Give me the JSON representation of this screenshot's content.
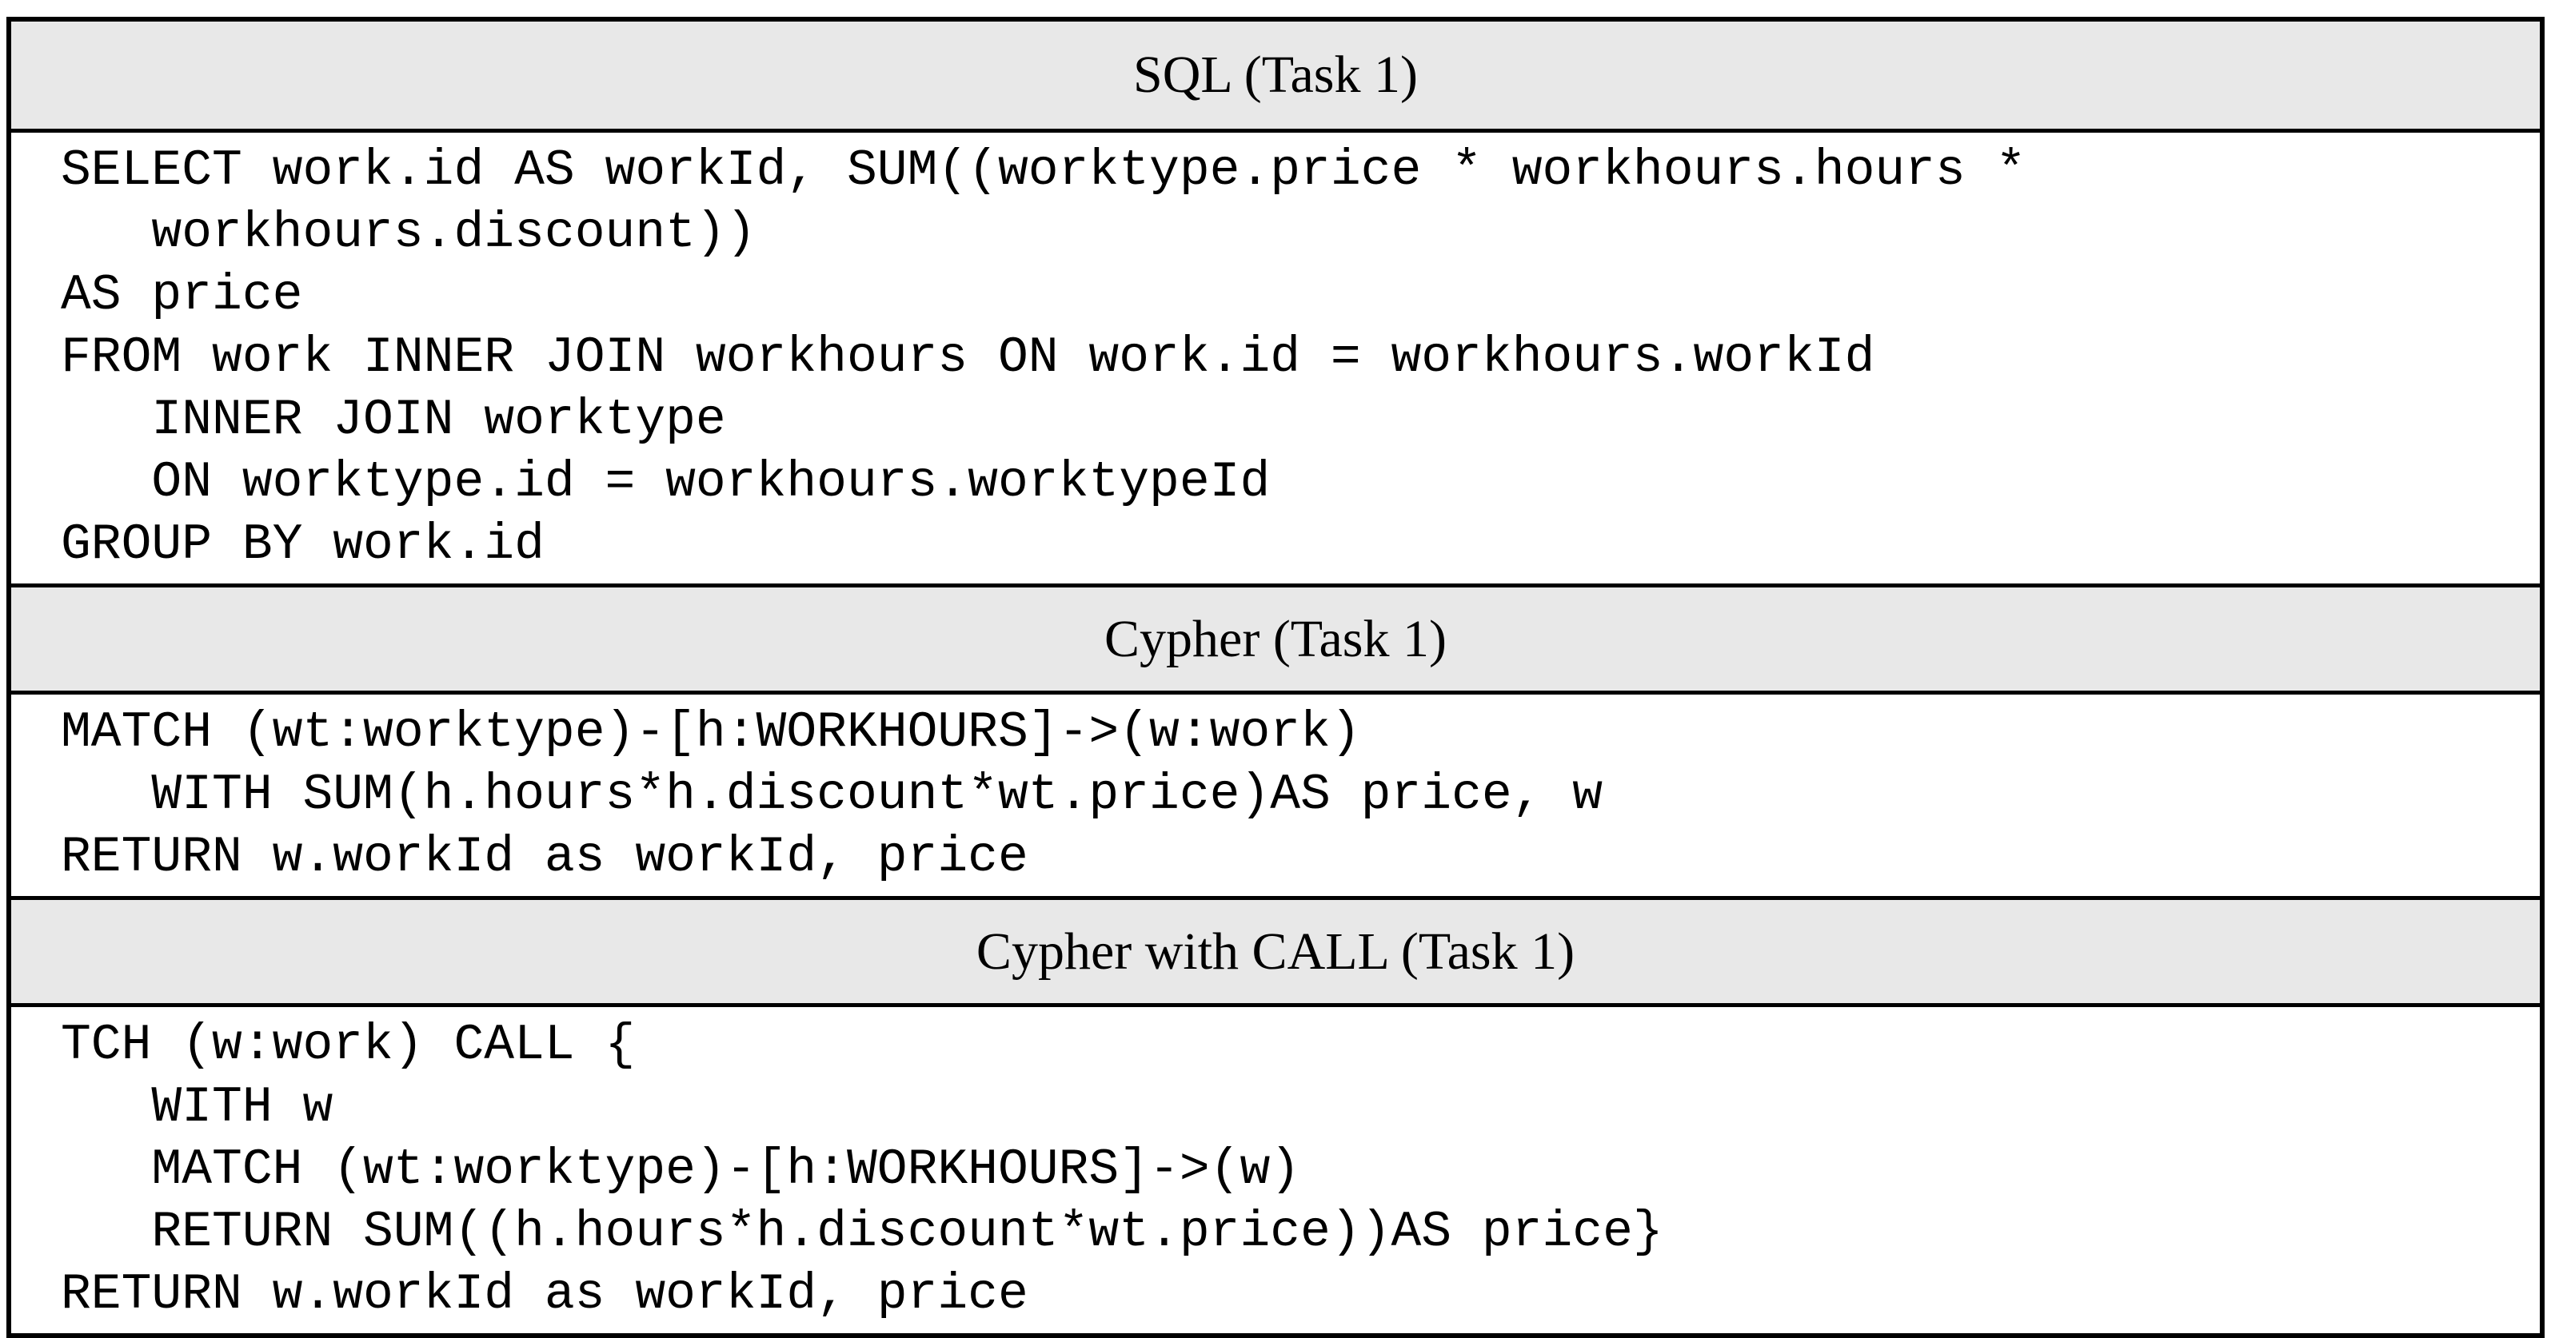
{
  "figure": {
    "kind": "query-listing-comparison-table",
    "colors": {
      "header_background": "#e8e8e8",
      "border": "#000000",
      "code_text": "#000000",
      "page_background": "#ffffff"
    },
    "sections": [
      {
        "title": "SQL (Task 1)",
        "code": "SELECT work.id AS workId, SUM((worktype.price * workhours.hours *\n   workhours.discount))\nAS price\nFROM work INNER JOIN workhours ON work.id = workhours.workId\n   INNER JOIN worktype\n   ON worktype.id = workhours.worktypeId\nGROUP BY work.id"
      },
      {
        "title": "Cypher (Task 1)",
        "code": "MATCH (wt:worktype)-[h:WORKHOURS]->(w:work)\n   WITH SUM(h.hours*h.discount*wt.price)AS price, w\nRETURN w.workId as workId, price"
      },
      {
        "title": "Cypher with CALL (Task 1)",
        "code": "TCH (w:work) CALL {\n   WITH w\n   MATCH (wt:worktype)-[h:WORKHOURS]->(w)\n   RETURN SUM((h.hours*h.discount*wt.price))AS price}\nRETURN w.workId as workId, price"
      }
    ]
  }
}
